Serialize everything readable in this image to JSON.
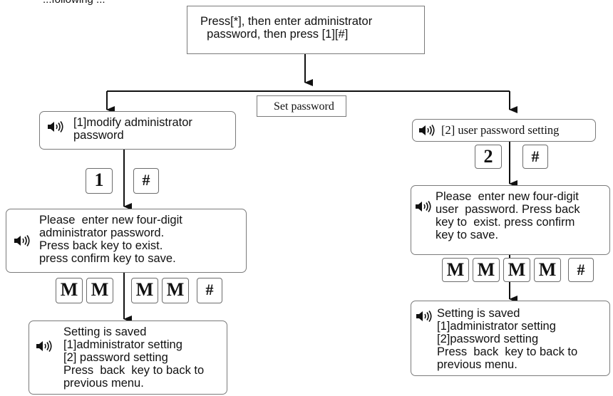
{
  "top_caption": "...following ...",
  "start": {
    "text": "Press[*], then enter administrator\n  password, then press [1][#]"
  },
  "branch_label": "Set password",
  "left": {
    "option_text": "[1]modify administrator\npassword",
    "keys1": [
      "1",
      "#"
    ],
    "prompt_text": "Please  enter new four-digit\nadministrator password.\nPress back key to exist.\npress confirm key to save.",
    "keys2": [
      "M",
      "M",
      "M",
      "M",
      "#"
    ],
    "result_text": "Setting is saved\n[1]administrator setting\n[2] password setting\nPress  back  key to back to\nprevious menu."
  },
  "right": {
    "option_text": "[2] user password setting",
    "keys1": [
      "2",
      "#"
    ],
    "prompt_text": "Please  enter new four-digit\nuser  password. Press back\nkey to  exist. press confirm\nkey to save.",
    "keys2": [
      "M",
      "M",
      "M",
      "M",
      "#"
    ],
    "result_text": "Setting is saved\n[1]administrator setting\n[2]password setting\nPress  back  key to back to\nprevious menu."
  },
  "icons": {
    "speaker": "speaker-icon"
  }
}
